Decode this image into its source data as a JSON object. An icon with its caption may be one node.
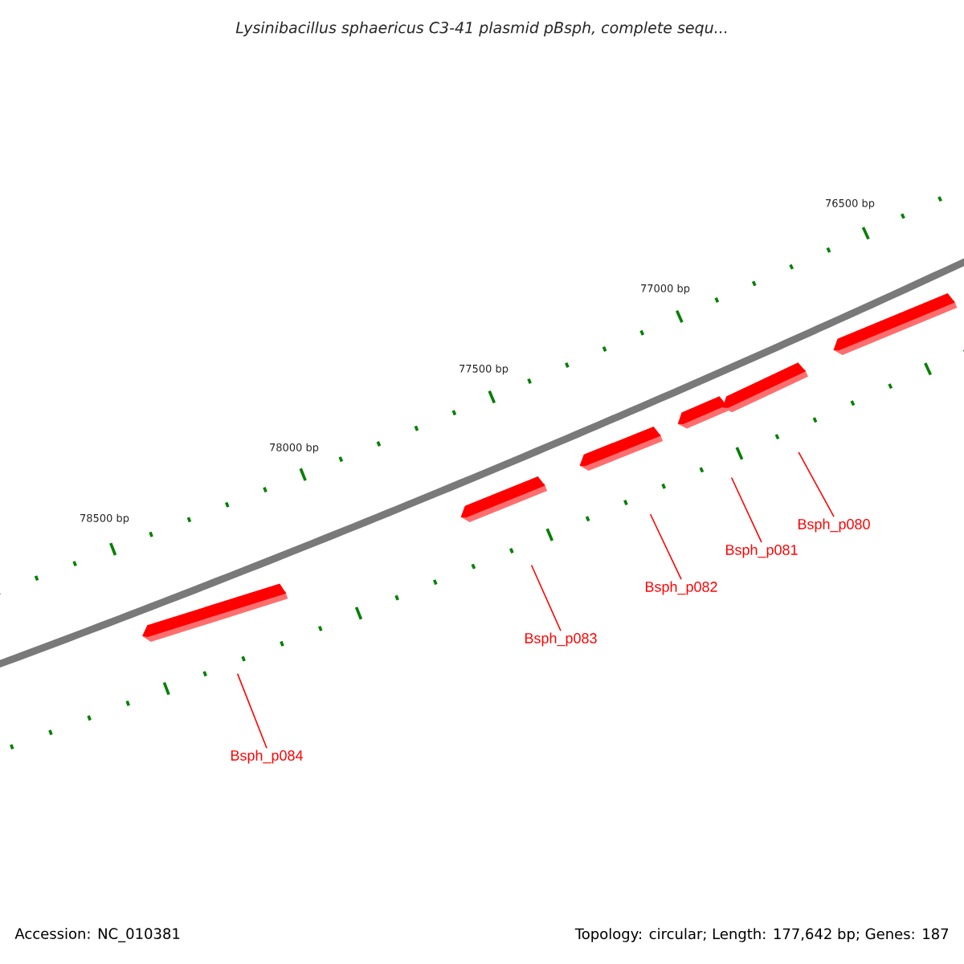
{
  "diagram": {
    "title": "Lysinibacillus sphaericus C3-41 plasmid pBsph, complete sequ...",
    "nodes": [
      {
        "text": [],
        "shape": "bar"
      },
      {
        "text": [],
        "shape": "bar"
      },
      {
        "text": [],
        "shape": "bar"
      },
      {
        "text": [],
        "shape": "bar"
      },
      {
        "text": [],
        "shape": "bar"
      },
      {
        "text": [],
        "shape": "bar"
      },
      {
        "text": [
          "Bsph_p080"
        ]
      },
      {
        "text": [
          "Bsph_p081"
        ]
      },
      {
        "text": [
          "Bsph_p082"
        ]
      },
      {
        "text": [
          "Bsph_p083"
        ]
      },
      {
        "text": [
          "Bsph_p084"
        ]
      }
    ],
    "edges": [
      {
        "from": 6,
        "to": 4,
        "arrow": "none"
      },
      {
        "from": 7,
        "to": 3,
        "arrow": "none"
      },
      {
        "from": 8,
        "to": 2,
        "arrow": "none"
      },
      {
        "from": 9,
        "to": 1,
        "arrow": "none"
      },
      {
        "from": 10,
        "to": 0,
        "arrow": "none"
      }
    ],
    "labels": [
      "76500 bp",
      "77000 bp",
      "77500 bp",
      "78000 bp",
      "78500 bp",
      "Accession: NC_010381",
      "Topology: circular; Length: 177,642 bp; Genes: 187"
    ]
  }
}
